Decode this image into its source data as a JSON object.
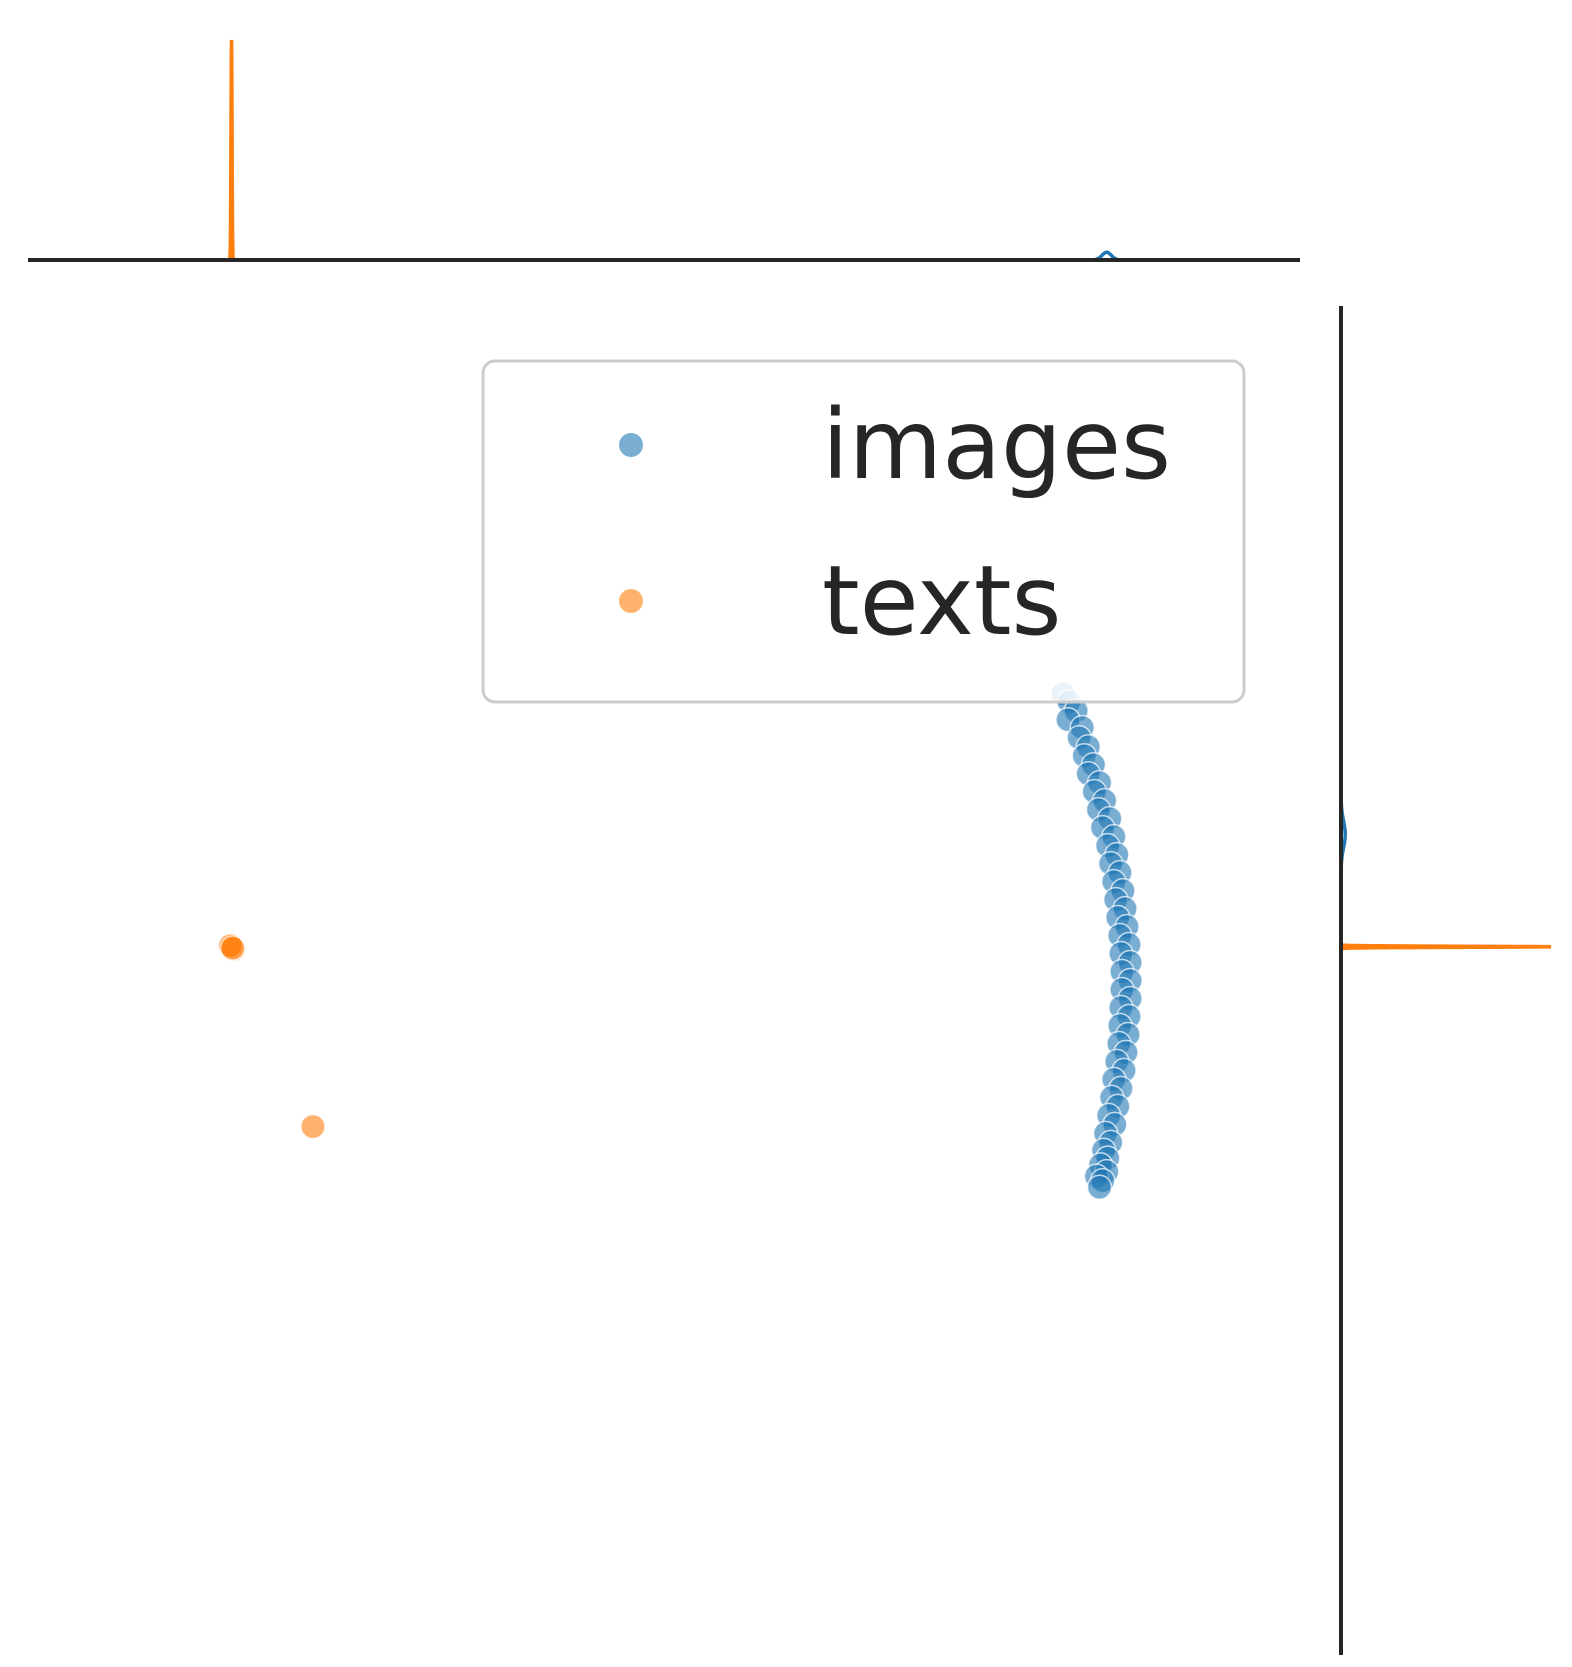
{
  "chart_data": {
    "type": "scatter",
    "title": "",
    "xlabel": "",
    "ylabel": "",
    "grid": false,
    "axes_visible": false,
    "marginals": "kde",
    "legend": {
      "placement": "top-right",
      "entries": [
        {
          "label": "images",
          "color": "#1f77b4"
        },
        {
          "label": "texts",
          "color": "#ff7f0e"
        }
      ]
    },
    "series": [
      {
        "name": "images",
        "color": "#1f77b4",
        "alpha": 0.6,
        "points": [
          [
            9.67,
            7.05
          ],
          [
            9.73,
            6.98
          ],
          [
            9.8,
            6.9
          ],
          [
            9.72,
            6.82
          ],
          [
            9.86,
            6.75
          ],
          [
            9.83,
            6.66
          ],
          [
            9.92,
            6.58
          ],
          [
            9.88,
            6.5
          ],
          [
            9.97,
            6.42
          ],
          [
            9.92,
            6.34
          ],
          [
            10.03,
            6.26
          ],
          [
            9.98,
            6.18
          ],
          [
            10.08,
            6.1
          ],
          [
            10.02,
            6.02
          ],
          [
            10.13,
            5.94
          ],
          [
            10.06,
            5.86
          ],
          [
            10.17,
            5.78
          ],
          [
            10.11,
            5.7
          ],
          [
            10.2,
            5.62
          ],
          [
            10.14,
            5.54
          ],
          [
            10.23,
            5.46
          ],
          [
            10.17,
            5.38
          ],
          [
            10.26,
            5.3
          ],
          [
            10.19,
            5.22
          ],
          [
            10.28,
            5.14
          ],
          [
            10.21,
            5.06
          ],
          [
            10.3,
            4.98
          ],
          [
            10.23,
            4.9
          ],
          [
            10.32,
            4.82
          ],
          [
            10.24,
            4.74
          ],
          [
            10.33,
            4.66
          ],
          [
            10.25,
            4.58
          ],
          [
            10.33,
            4.5
          ],
          [
            10.25,
            4.42
          ],
          [
            10.33,
            4.34
          ],
          [
            10.24,
            4.26
          ],
          [
            10.32,
            4.18
          ],
          [
            10.23,
            4.1
          ],
          [
            10.31,
            4.02
          ],
          [
            10.22,
            3.94
          ],
          [
            10.29,
            3.86
          ],
          [
            10.2,
            3.78
          ],
          [
            10.27,
            3.7
          ],
          [
            10.17,
            3.62
          ],
          [
            10.24,
            3.54
          ],
          [
            10.15,
            3.46
          ],
          [
            10.21,
            3.38
          ],
          [
            10.12,
            3.3
          ],
          [
            10.18,
            3.22
          ],
          [
            10.09,
            3.14
          ],
          [
            10.14,
            3.06
          ],
          [
            10.07,
            2.99
          ],
          [
            10.11,
            2.92
          ],
          [
            10.04,
            2.86
          ],
          [
            10.1,
            2.8
          ],
          [
            10.0,
            2.76
          ],
          [
            10.06,
            2.72
          ],
          [
            10.03,
            2.66
          ]
        ]
      },
      {
        "name": "texts",
        "color": "#ff7f0e",
        "alpha": 0.6,
        "points": [
          [
            1.5,
            4.8
          ],
          [
            1.52,
            4.78
          ],
          [
            1.49,
            4.81
          ],
          [
            1.51,
            4.79
          ],
          [
            2.3,
            3.2
          ]
        ]
      }
    ],
    "xlim": [
      -0.5,
      12.0
    ],
    "ylim": [
      -1.5,
      10.5
    ],
    "marginal_x_peaks": [
      {
        "series": "texts",
        "x": 1.5,
        "relative_height": 1.0
      },
      {
        "series": "images",
        "x": 10.1,
        "relative_height": 0.035
      }
    ],
    "marginal_y_peaks": [
      {
        "series": "texts",
        "y": 4.8,
        "relative_height": 1.0
      },
      {
        "series": "images",
        "y": 5.8,
        "relative_height": 0.02
      }
    ]
  }
}
